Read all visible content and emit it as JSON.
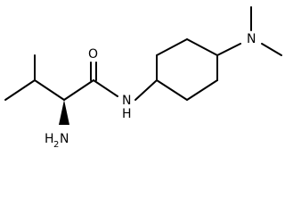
{
  "molecule": {
    "atoms": {
      "oxygen": "O",
      "amide_nitrogen": "N",
      "amide_hydrogen": "H",
      "amino_nitrogen_h": "H",
      "amino_subscript": "2",
      "amino_nitrogen_n": "N",
      "dimethylamino_nitrogen": "N"
    }
  }
}
